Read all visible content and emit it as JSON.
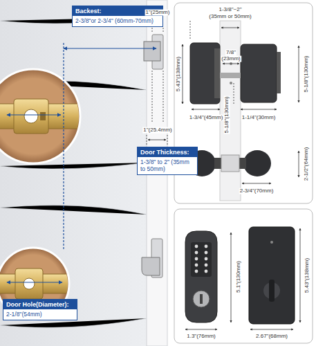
{
  "diagram": {
    "nodes": [
      {
        "text": [
          "Backest:",
          "2-3/8\"or 2-3/4\" (60mm-70mm)"
        ]
      },
      {
        "text": [
          "Door Thickness:",
          "1-3/8\" to 2\" (35mm to 50mm)"
        ]
      },
      {
        "text": [
          "Door Hole(Diameter):",
          "2-1/8\"(54mm)"
        ]
      }
    ],
    "labels": [
      "1\"(25mm)",
      "1\"(25.4mm)",
      "1-3/8\"~2\"",
      "(35mm or 50mm)",
      "7/8\"",
      "(23mm)",
      "5.43\"(138mm)",
      "5-1/8\"(130mm)",
      "5-1/8\"(130mm)",
      "1-3/4\"(45mm)",
      "1-1/4\"(30mm)",
      "2-1/2\"(64mm)",
      "2-3/4\"(70mm)",
      "5.1\"(130mm)",
      "1.3\"(76mm)",
      "5.43\"(138mm)",
      "2.67\"(68mm)"
    ]
  }
}
